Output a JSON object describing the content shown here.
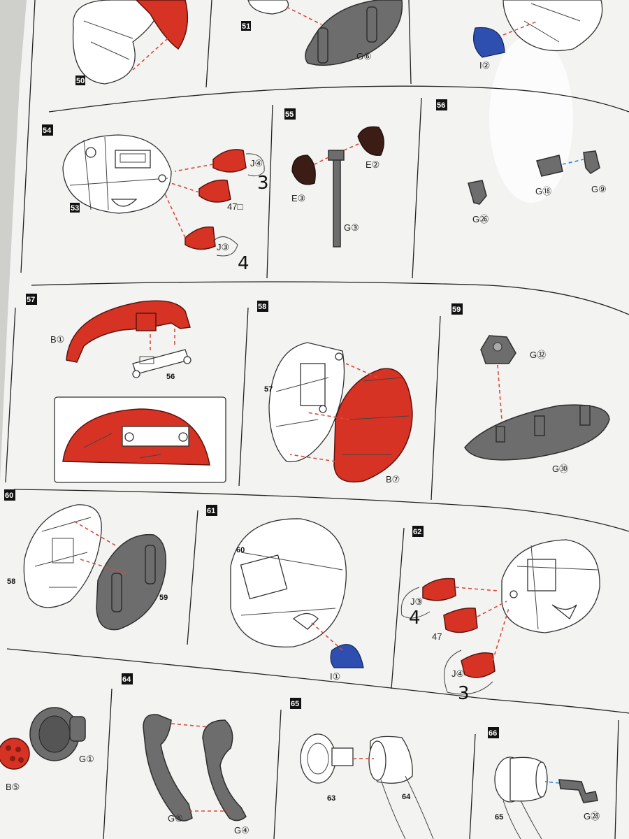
{
  "colors": {
    "paper": "#f3f3f1",
    "part_red": "#d63325",
    "part_gray": "#6d6d6d",
    "part_blue": "#2f4fb0",
    "part_dark": "#3b1d16",
    "arrow_red": "#d94a3c",
    "arrow_blue": "#2a88d6"
  },
  "steps": {
    "s54": "54",
    "s55": "55",
    "s56": "56",
    "s57": "57",
    "s58": "58",
    "s59": "59",
    "s60": "60",
    "s61": "61",
    "s62": "62",
    "s64": "64",
    "s65": "65",
    "s66": "66"
  },
  "sub": {
    "a50": "50",
    "a51": "51",
    "a53": "53",
    "a56": "56",
    "a57": "57",
    "a58": "58",
    "a59": "59",
    "a60": "60",
    "a63": "63",
    "a64": "64",
    "a65": "65"
  },
  "parts": {
    "g6": "G⑥",
    "i2": "I②",
    "j4": "J④",
    "p47": "47□",
    "j3": "J③",
    "e3": "E③",
    "e2": "E②",
    "g3": "G③",
    "g26": "G㉖",
    "g18": "G⑱",
    "g9": "G⑨",
    "b1": "B①",
    "b7": "B⑦",
    "g32": "G㉜",
    "g30": "G㉚",
    "i1": "I①",
    "j3b": "J③",
    "p47b": "47",
    "j4b": "J④",
    "b5": "B⑤",
    "g1": "G①",
    "g5": "G⑤",
    "g4": "G④",
    "g28": "G㉘"
  },
  "handwriting": {
    "h54a": "3",
    "h54b": "4",
    "h62a": "4",
    "h62b": "3"
  }
}
